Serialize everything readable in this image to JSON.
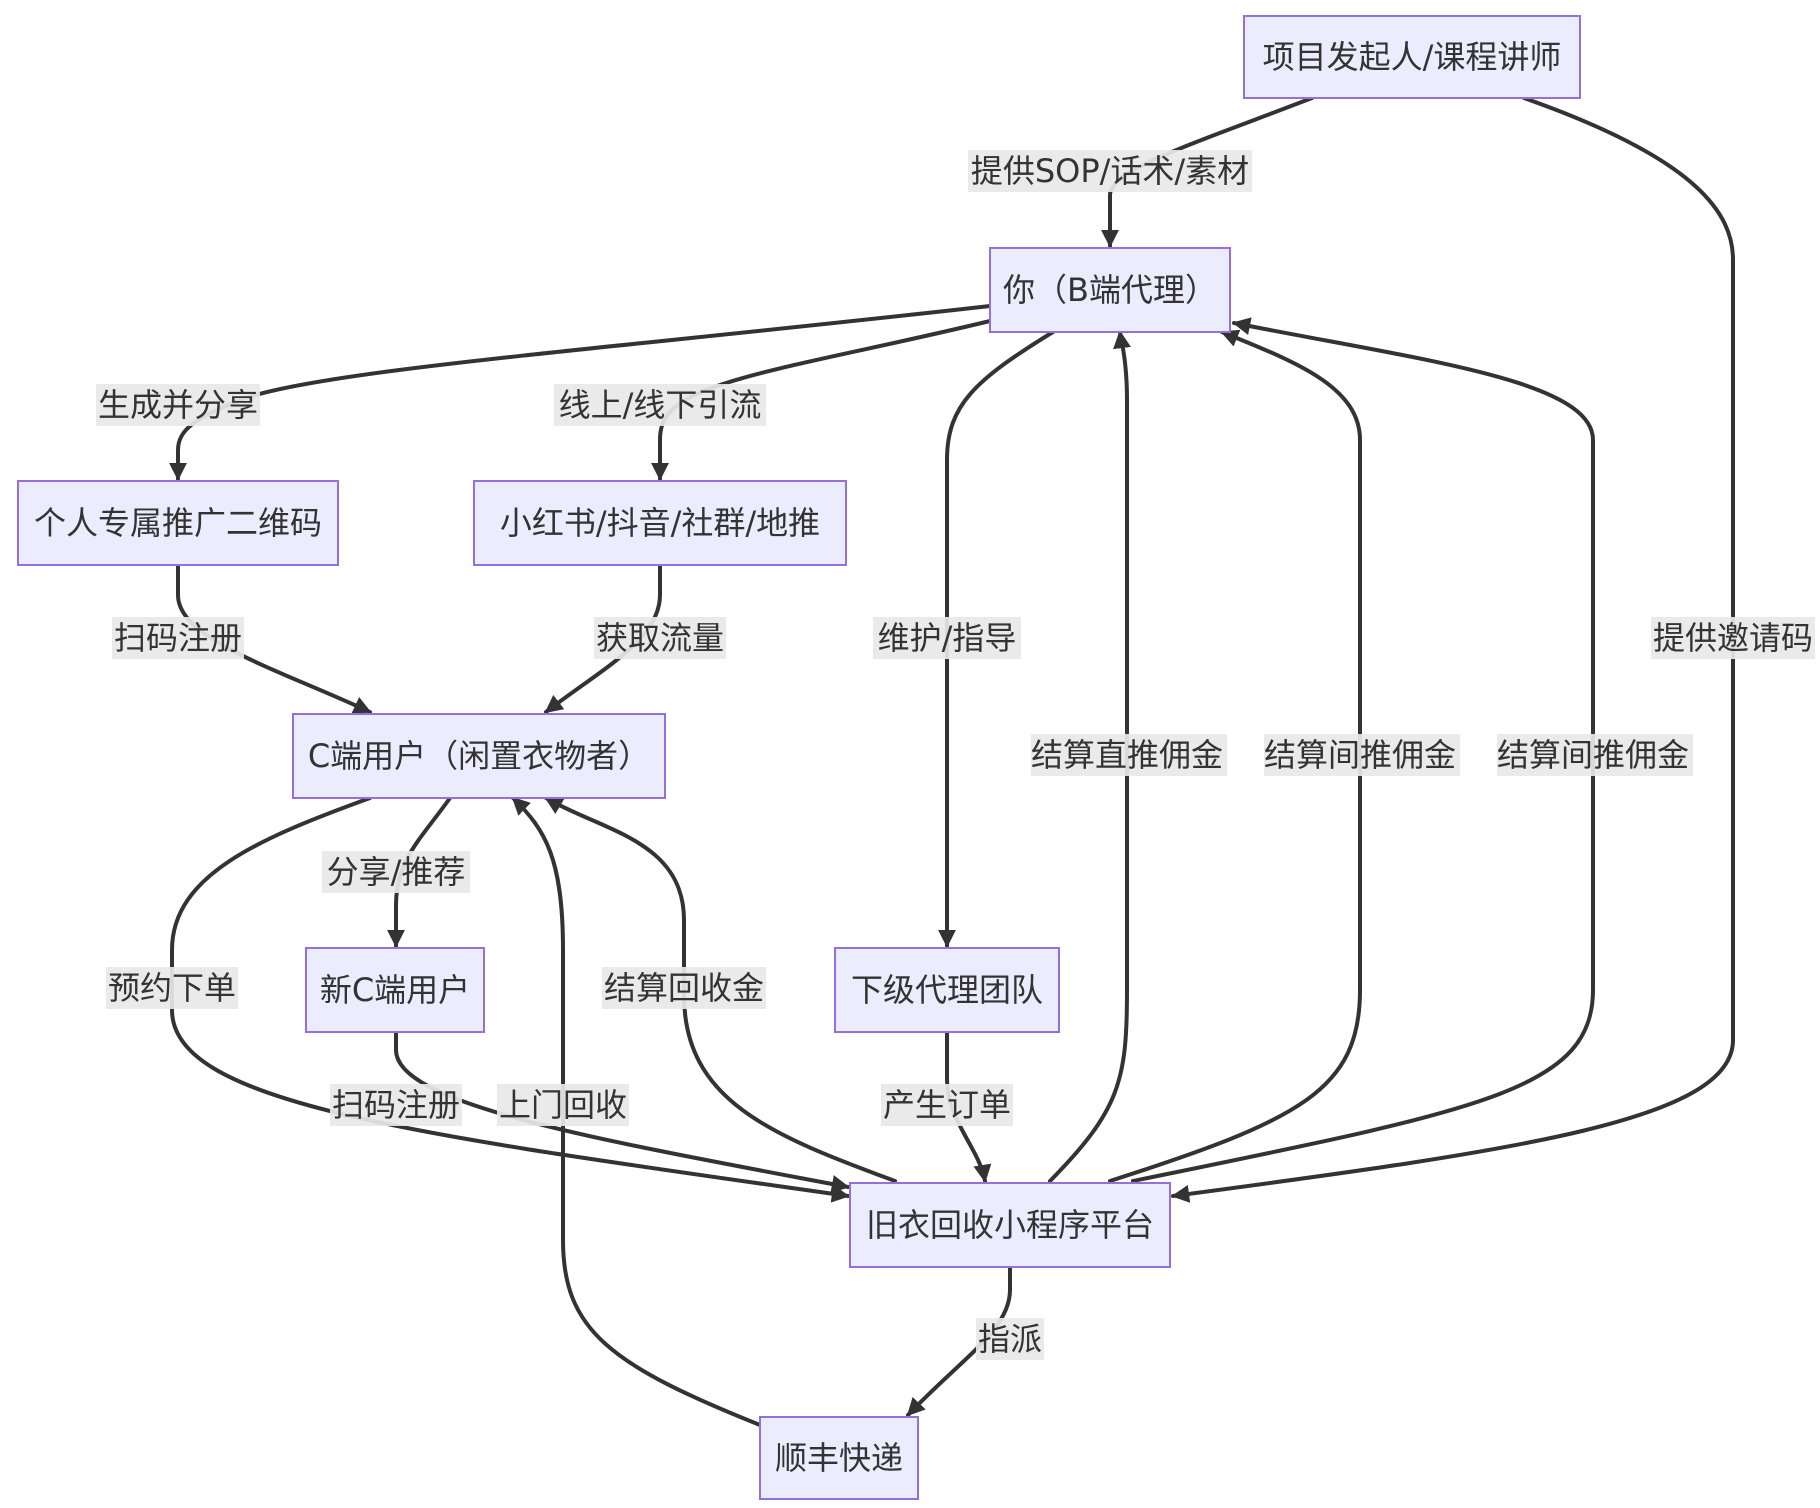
{
  "diagram": {
    "type": "flowchart",
    "colors": {
      "node_fill": "#ECECFF",
      "node_border": "#9370DB",
      "edge": "#333333",
      "label_bg": "#E8E8E8",
      "text": "#333333"
    },
    "nodes": {
      "initiator": "项目发起人/课程讲师",
      "agent": "你（B端代理）",
      "qrcode": "个人专属推广二维码",
      "channels": "小红书/抖音/社群/地推",
      "cuser": "C端用户（闲置衣物者）",
      "newc": "新C端用户",
      "subteam": "下级代理团队",
      "platform": "旧衣回收小程序平台",
      "express": "顺丰快递"
    },
    "edges": {
      "e1": "提供SOP/话术/素材",
      "e2": "提供邀请码",
      "e3": "生成并分享",
      "e4": "线上/线下引流",
      "e5": "维护/指导",
      "e6": "扫码注册",
      "e7": "获取流量",
      "e8": "分享/推荐",
      "e9": "预约下单",
      "e10": "扫码注册",
      "e11": "产生订单",
      "e12": "结算直推佣金",
      "e13": "结算间推佣金",
      "e14": "结算间推佣金",
      "e15": "结算回收金",
      "e16": "指派",
      "e17": "上门回收"
    }
  }
}
